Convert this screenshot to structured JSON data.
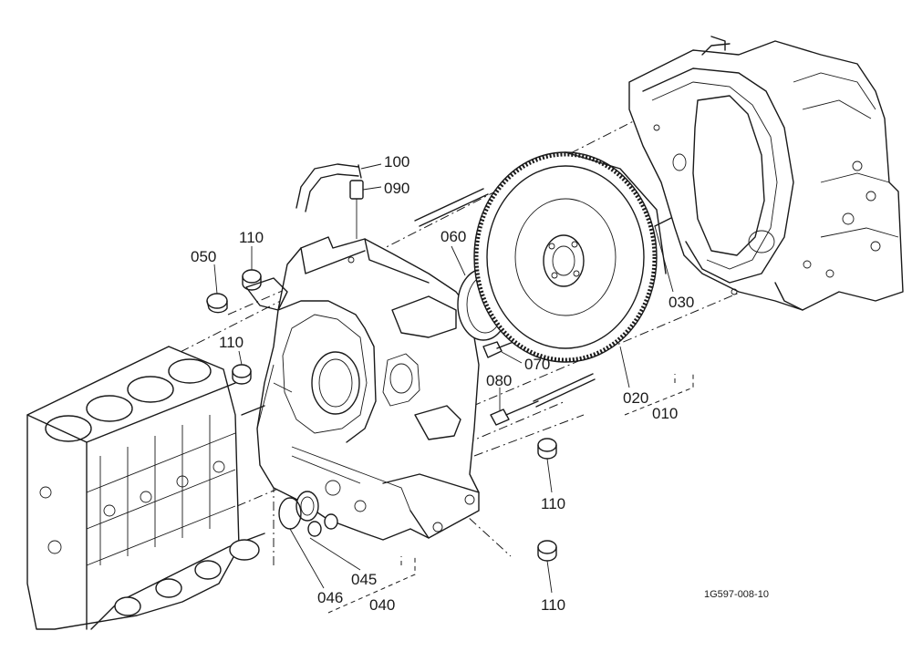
{
  "callouts": {
    "c100": "100",
    "c090": "090",
    "c110a": "110",
    "c050": "050",
    "c060": "060",
    "c110b": "110",
    "c030": "030",
    "c070": "070",
    "c080": "080",
    "c020": "020",
    "c010": "010",
    "c110c": "110",
    "c110d": "110",
    "c045": "045",
    "c046": "046",
    "c040": "040"
  },
  "reference_code": "1G597-008-10"
}
